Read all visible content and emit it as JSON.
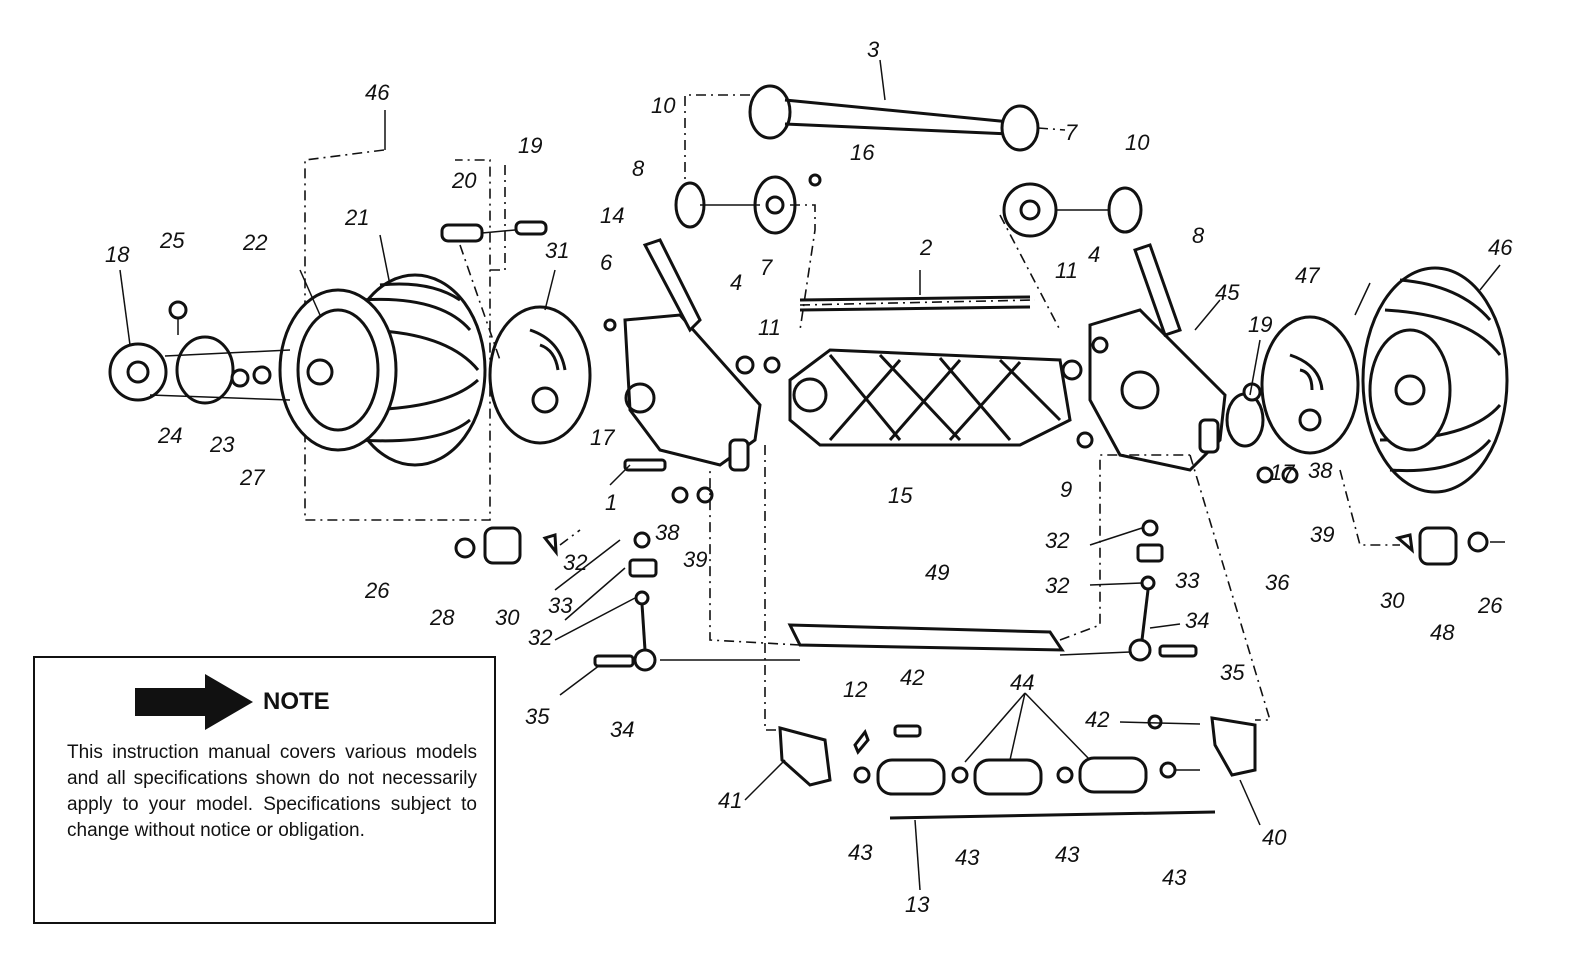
{
  "diagram": {
    "callouts": [
      {
        "id": "c-3",
        "text": "3"
      },
      {
        "id": "c-7a",
        "text": "7"
      },
      {
        "id": "c-7b",
        "text": "7"
      },
      {
        "id": "c-10a",
        "text": "10"
      },
      {
        "id": "c-10b",
        "text": "10"
      },
      {
        "id": "c-16",
        "text": "16"
      },
      {
        "id": "c-46a",
        "text": "46"
      },
      {
        "id": "c-46b",
        "text": "46"
      },
      {
        "id": "c-19a",
        "text": "19"
      },
      {
        "id": "c-19b",
        "text": "19"
      },
      {
        "id": "c-20",
        "text": "20"
      },
      {
        "id": "c-8a",
        "text": "8"
      },
      {
        "id": "c-8b",
        "text": "8"
      },
      {
        "id": "c-14",
        "text": "14"
      },
      {
        "id": "c-2",
        "text": "2"
      },
      {
        "id": "c-21",
        "text": "21"
      },
      {
        "id": "c-22",
        "text": "22"
      },
      {
        "id": "c-31",
        "text": "31"
      },
      {
        "id": "c-6",
        "text": "6"
      },
      {
        "id": "c-4a",
        "text": "4"
      },
      {
        "id": "c-4b",
        "text": "4"
      },
      {
        "id": "c-11a",
        "text": "11"
      },
      {
        "id": "c-11b",
        "text": "11"
      },
      {
        "id": "c-45",
        "text": "45"
      },
      {
        "id": "c-47",
        "text": "47"
      },
      {
        "id": "c-18",
        "text": "18"
      },
      {
        "id": "c-25",
        "text": "25"
      },
      {
        "id": "c-24",
        "text": "24"
      },
      {
        "id": "c-23",
        "text": "23"
      },
      {
        "id": "c-27",
        "text": "27"
      },
      {
        "id": "c-17a",
        "text": "17"
      },
      {
        "id": "c-17b",
        "text": "17"
      },
      {
        "id": "c-1",
        "text": "1"
      },
      {
        "id": "c-15",
        "text": "15"
      },
      {
        "id": "c-9",
        "text": "9"
      },
      {
        "id": "c-38a",
        "text": "38"
      },
      {
        "id": "c-38b",
        "text": "38"
      },
      {
        "id": "c-39a",
        "text": "39"
      },
      {
        "id": "c-39b",
        "text": "39"
      },
      {
        "id": "c-26a",
        "text": "26"
      },
      {
        "id": "c-26b",
        "text": "26"
      },
      {
        "id": "c-28",
        "text": "28"
      },
      {
        "id": "c-30a",
        "text": "30"
      },
      {
        "id": "c-30b",
        "text": "30"
      },
      {
        "id": "c-32a",
        "text": "32"
      },
      {
        "id": "c-32b",
        "text": "32"
      },
      {
        "id": "c-32c",
        "text": "32"
      },
      {
        "id": "c-32d",
        "text": "32"
      },
      {
        "id": "c-33a",
        "text": "33"
      },
      {
        "id": "c-33b",
        "text": "33"
      },
      {
        "id": "c-34a",
        "text": "34"
      },
      {
        "id": "c-34b",
        "text": "34"
      },
      {
        "id": "c-35a",
        "text": "35"
      },
      {
        "id": "c-35b",
        "text": "35"
      },
      {
        "id": "c-36",
        "text": "36"
      },
      {
        "id": "c-48",
        "text": "48"
      },
      {
        "id": "c-49",
        "text": "49"
      },
      {
        "id": "c-12",
        "text": "12"
      },
      {
        "id": "c-42a",
        "text": "42"
      },
      {
        "id": "c-42b",
        "text": "42"
      },
      {
        "id": "c-44",
        "text": "44"
      },
      {
        "id": "c-41",
        "text": "41"
      },
      {
        "id": "c-40",
        "text": "40"
      },
      {
        "id": "c-43a",
        "text": "43"
      },
      {
        "id": "c-43b",
        "text": "43"
      },
      {
        "id": "c-43c",
        "text": "43"
      },
      {
        "id": "c-43d",
        "text": "43"
      },
      {
        "id": "c-13",
        "text": "13"
      }
    ]
  },
  "note": {
    "title": "NOTE",
    "text": "This instruction manual covers various models and all specifications shown do not necessarily apply to your model. Specifications subject to change without notice or obligation."
  }
}
